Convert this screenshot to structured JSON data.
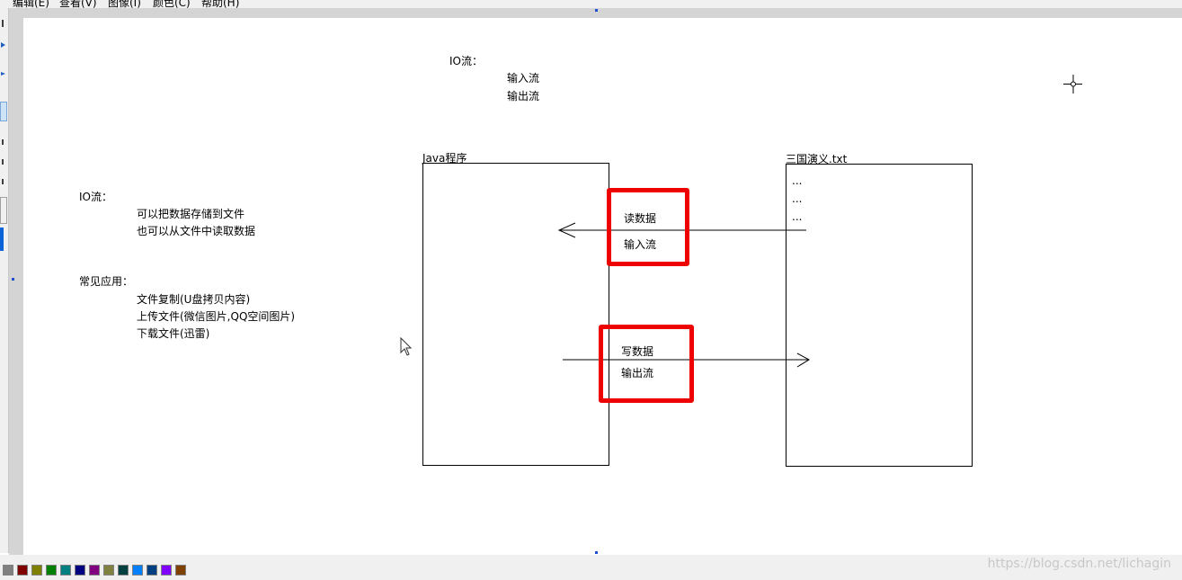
{
  "menu": [
    "编辑(E)",
    "查看(V)",
    "图像(I)",
    "颜色(C)",
    "帮助(H)"
  ],
  "canvas": {
    "top_note": {
      "title": "IO流：",
      "items": [
        "输入流",
        "输出流"
      ]
    },
    "left_note": {
      "title": "IO流：",
      "items": [
        "可以把数据存储到文件",
        "也可以从文件中读取数据"
      ]
    },
    "apps_note": {
      "title": "常见应用：",
      "items": [
        "文件复制(U盘拷贝内容)",
        "上传文件(微信图片,QQ空间图片)",
        "下载文件(迅雷)"
      ]
    },
    "java_label": "Java程序",
    "file_label": "三国演义.txt",
    "file_lines": [
      "...",
      "...",
      "..."
    ],
    "read_label": "读数据",
    "read_stream": "输入流",
    "write_label": "写数据",
    "write_stream": "输出流"
  },
  "palette_colors": [
    "#808080",
    "#800000",
    "#808000",
    "#008000",
    "#008080",
    "#000080",
    "#800080",
    "#808040",
    "#004040",
    "#0080ff",
    "#004080",
    "#8000ff",
    "#804000"
  ],
  "watermark": "https://blog.csdn.net/lichagin"
}
